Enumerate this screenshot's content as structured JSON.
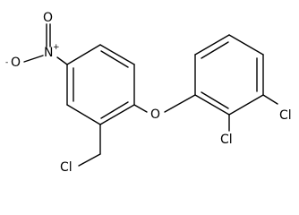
{
  "molecule": {
    "atoms": {
      "n_nitro": "N",
      "n_charge": "+",
      "o_top": "O",
      "o_minus": "-",
      "o_left": "O",
      "o_ether": "O",
      "cl_ch2": "Cl",
      "cl_right": "Cl",
      "cl_bottom": "Cl"
    }
  },
  "colors": {
    "bond": "#000000",
    "background": "#ffffff"
  }
}
